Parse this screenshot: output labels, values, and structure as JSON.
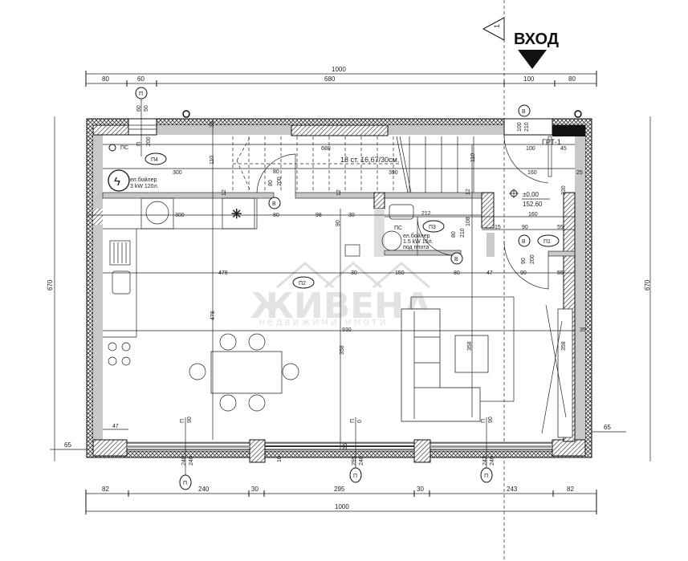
{
  "entrance": {
    "label": "ВХОД",
    "section_marker": "1"
  },
  "dimensions": {
    "top_total": "1000",
    "top": [
      "80",
      "60",
      "680",
      "100",
      "80"
    ],
    "bottom": [
      "82",
      "240",
      "30",
      "295",
      "30",
      "243",
      "82"
    ],
    "bottom_total": "1000",
    "left_total": "670",
    "right_total": "670",
    "left_offset": "65",
    "right_offset": "65"
  },
  "interior_dims": [
    "300",
    "110",
    "680",
    "80",
    "390",
    "110",
    "35",
    "300",
    "12",
    "80",
    "98",
    "30",
    "90",
    "212",
    "108",
    "15",
    "90",
    "55",
    "100",
    "45",
    "160",
    "25",
    "230",
    "160",
    "478",
    "30",
    "150",
    "80",
    "47",
    "90",
    "55",
    "478",
    "930",
    "358",
    "358",
    "358",
    "35",
    "47",
    "35",
    "10",
    "12",
    "12"
  ],
  "door_sizes": {
    "d1": [
      "80",
      "200"
    ],
    "d2": [
      "80",
      "210"
    ],
    "d3": [
      "90",
      "200"
    ],
    "d4": [
      "100",
      "210"
    ]
  },
  "window_sizes": {
    "w_top": [
      "60",
      "50"
    ],
    "w_top2": [
      "П",
      "200"
    ],
    "w1": [
      "П",
      "90",
      "240",
      "240"
    ],
    "w2": [
      "П",
      "0",
      "295",
      "240"
    ],
    "w3": [
      "П",
      "90",
      "243",
      "240"
    ]
  },
  "tags": {
    "window": "П",
    "door": "В"
  },
  "rooms": {
    "p1": "П1",
    "p2": "П2",
    "p3": "П3",
    "p4": "П4"
  },
  "staircase": "18 ст. 16,67/30см.",
  "level": {
    "mark": "±0,00",
    "absolute": "152.60"
  },
  "drain": "ПС",
  "boilers": [
    {
      "line1": "ел.бойлер",
      "line2": "3 kW  120л."
    },
    {
      "line1": "ел.бойлер",
      "line2": "1.5 kW  15л.",
      "line3": "под плота"
    }
  ],
  "meter": "ГРТ-1",
  "watermark": {
    "name": "ЖИВЕНА",
    "sub": "недвижими имоти"
  },
  "colors": {
    "wall_fill": "#c8c8c8",
    "line": "#111111"
  }
}
